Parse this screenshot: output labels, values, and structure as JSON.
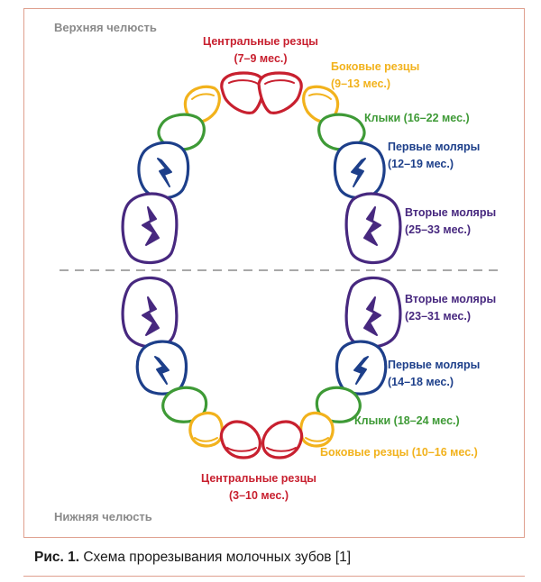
{
  "jaw_labels": {
    "upper": "Верхняя челюсть",
    "lower": "Нижняя челюсть"
  },
  "colors": {
    "central": "#c8202f",
    "lateral": "#f2b21c",
    "canine": "#3e9a36",
    "first_molar": "#1d3f8a",
    "second_molar": "#47287f",
    "dash": "#a8a8a8",
    "frame": "#dfa08f"
  },
  "upper": {
    "central": {
      "name": "Центральные резцы",
      "age": "(7–9 мес.)"
    },
    "lateral": {
      "name": "Боковые резцы",
      "age": "(9–13 мес.)"
    },
    "canine": {
      "text": "Клыки (16–22 мес.)"
    },
    "first_molar": {
      "name": "Первые моляры",
      "age": "(12–19 мес.)"
    },
    "second_molar": {
      "name": "Вторые моляры",
      "age": "(25–33 мес.)"
    }
  },
  "lower": {
    "second_molar": {
      "name": "Вторые моляры",
      "age": "(23–31 мес.)"
    },
    "first_molar": {
      "name": "Первые моляры",
      "age": "(14–18 мес.)"
    },
    "canine": {
      "text": "Клыки (18–24 мес.)"
    },
    "lateral": {
      "text": "Боковые резцы (10–16 мес.)"
    },
    "central": {
      "name": "Центральные резцы",
      "age": "(3–10 мес.)"
    }
  },
  "caption": {
    "prefix": "Рис. 1.",
    "text": " Схема прорезывания молочных зубов [1]"
  }
}
